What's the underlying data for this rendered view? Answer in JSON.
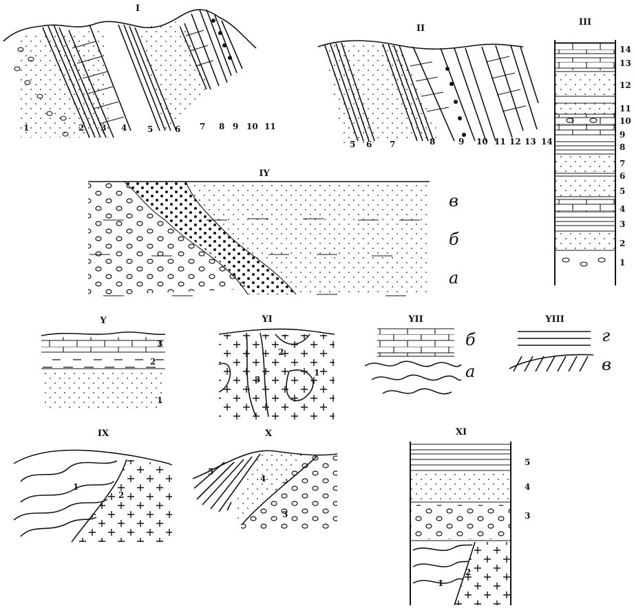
{
  "panels": {
    "p1": {
      "title": "I",
      "labels": [
        "1",
        "2",
        "3",
        "4",
        "5",
        "6",
        "7",
        "8",
        "9",
        "10",
        "11"
      ]
    },
    "p2": {
      "title": "II",
      "labels": [
        "5",
        "6",
        "7",
        "8",
        "9",
        "10",
        "11",
        "12",
        "13",
        "14"
      ]
    },
    "p3": {
      "title": "III",
      "labels": [
        "14",
        "13",
        "12",
        "11",
        "10",
        "9",
        "8",
        "7",
        "6",
        "5",
        "4",
        "3",
        "2",
        "1"
      ]
    },
    "p4": {
      "title": "IY",
      "labels": [
        "в",
        "б",
        "а"
      ]
    },
    "p5": {
      "title": "Y",
      "labels": [
        "3",
        "2",
        "1"
      ]
    },
    "p6": {
      "title": "YI",
      "labels": [
        "2",
        "1",
        "3"
      ]
    },
    "p7": {
      "title": "YII",
      "labels": [
        "б",
        "а"
      ]
    },
    "p8": {
      "title": "YIII",
      "labels": [
        "г",
        "в"
      ]
    },
    "p9": {
      "title": "IX",
      "labels": [
        "1",
        "2"
      ]
    },
    "p10": {
      "title": "X",
      "labels": [
        "5",
        "4",
        "3"
      ]
    },
    "p11": {
      "title": "XI",
      "labels": [
        "5",
        "4",
        "3",
        "2",
        "1"
      ]
    }
  },
  "colors": {
    "ink": "#111111",
    "paper": "#ffffff"
  }
}
